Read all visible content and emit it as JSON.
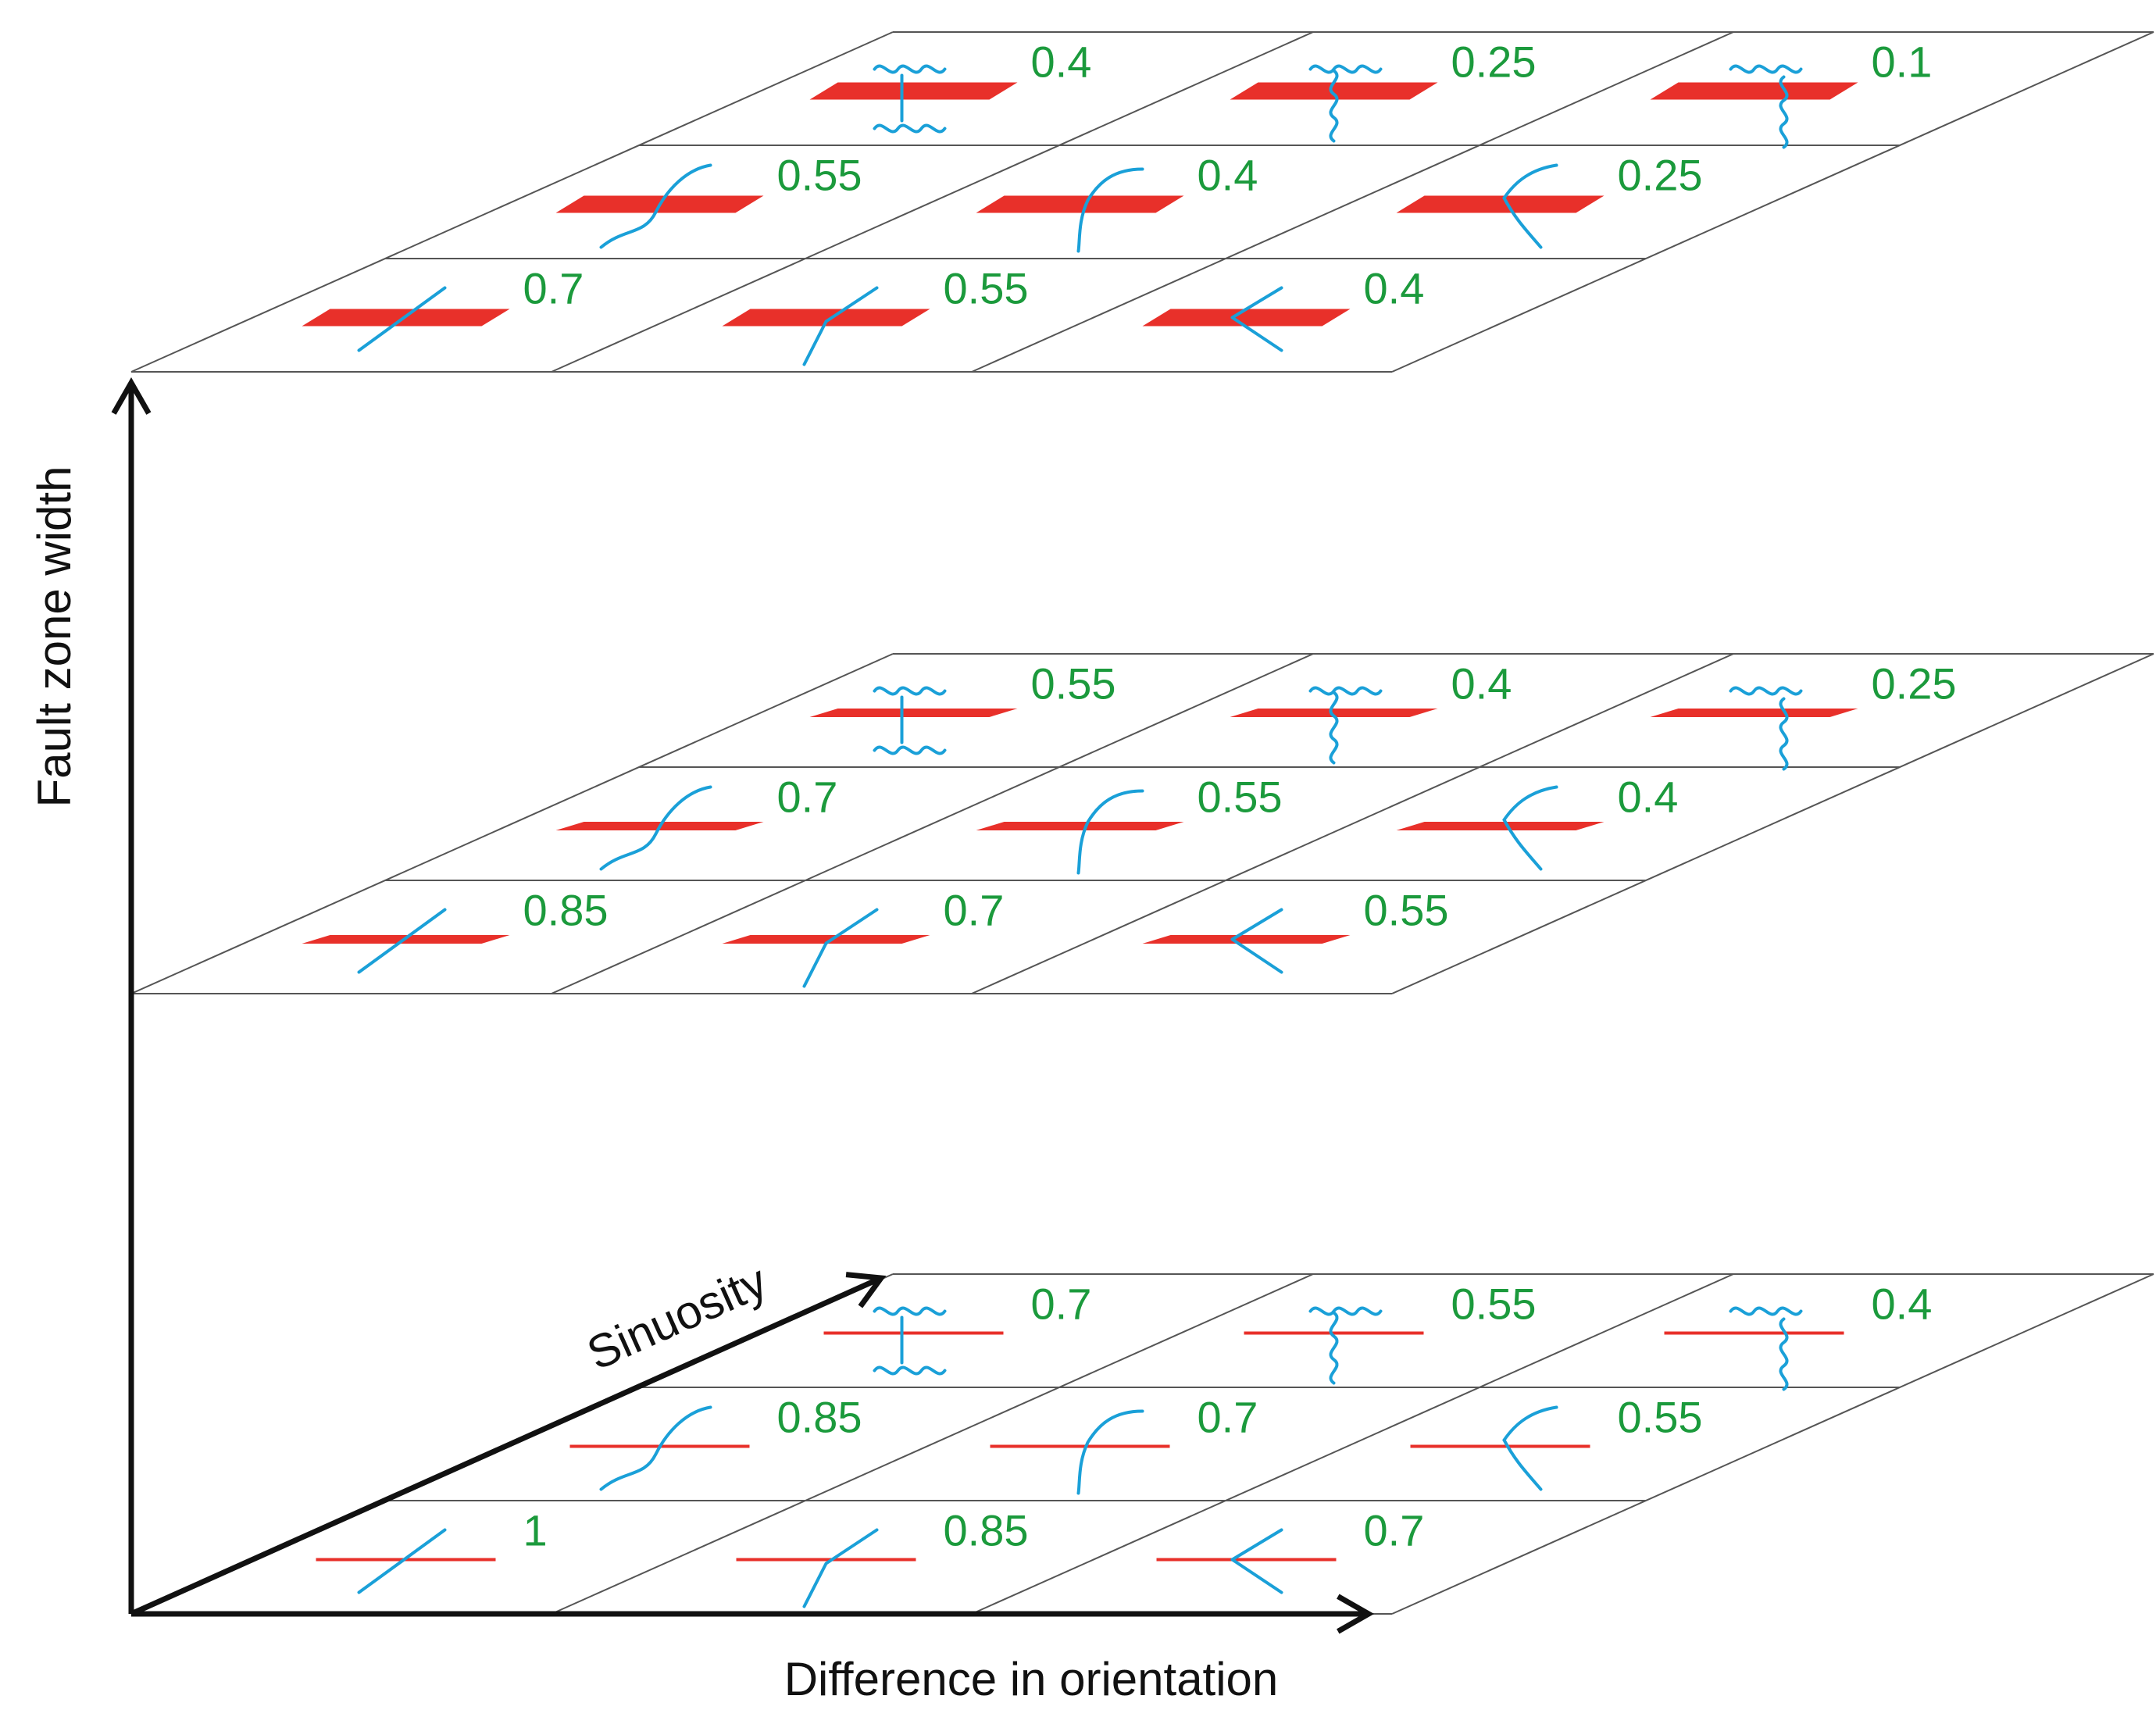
{
  "axes": {
    "x_label": "Difference in orientation",
    "y_label": "Fault zone width",
    "z_label": "Sinuosity"
  },
  "colors": {
    "grid": "#555555",
    "axis": "#111111",
    "fault": "#e8302a",
    "fracture": "#1aa0d8",
    "value": "#1b9a3c"
  },
  "layers": [
    {
      "level": "bottom",
      "fault_style": "thin-line",
      "rows": [
        {
          "sinuosity": "straight",
          "cells": [
            {
              "orientation": "parallel",
              "value": "1"
            },
            {
              "orientation": "oblique",
              "value": "0.85"
            },
            {
              "orientation": "high-angle",
              "value": "0.7"
            }
          ]
        },
        {
          "sinuosity": "curved",
          "cells": [
            {
              "orientation": "parallel",
              "value": "0.85"
            },
            {
              "orientation": "oblique",
              "value": "0.7"
            },
            {
              "orientation": "high-angle",
              "value": "0.55"
            }
          ]
        },
        {
          "sinuosity": "wavy",
          "cells": [
            {
              "orientation": "parallel",
              "value": "0.7"
            },
            {
              "orientation": "oblique",
              "value": "0.55"
            },
            {
              "orientation": "high-angle",
              "value": "0.4"
            }
          ]
        }
      ]
    },
    {
      "level": "middle",
      "fault_style": "narrow-band",
      "rows": [
        {
          "sinuosity": "straight",
          "cells": [
            {
              "orientation": "parallel",
              "value": "0.85"
            },
            {
              "orientation": "oblique",
              "value": "0.7"
            },
            {
              "orientation": "high-angle",
              "value": "0.55"
            }
          ]
        },
        {
          "sinuosity": "curved",
          "cells": [
            {
              "orientation": "parallel",
              "value": "0.7"
            },
            {
              "orientation": "oblique",
              "value": "0.55"
            },
            {
              "orientation": "high-angle",
              "value": "0.4"
            }
          ]
        },
        {
          "sinuosity": "wavy",
          "cells": [
            {
              "orientation": "parallel",
              "value": "0.55"
            },
            {
              "orientation": "oblique",
              "value": "0.4"
            },
            {
              "orientation": "high-angle",
              "value": "0.25"
            }
          ]
        }
      ]
    },
    {
      "level": "top",
      "fault_style": "wide-band",
      "rows": [
        {
          "sinuosity": "straight",
          "cells": [
            {
              "orientation": "parallel",
              "value": "0.7"
            },
            {
              "orientation": "oblique",
              "value": "0.55"
            },
            {
              "orientation": "high-angle",
              "value": "0.4"
            }
          ]
        },
        {
          "sinuosity": "curved",
          "cells": [
            {
              "orientation": "parallel",
              "value": "0.55"
            },
            {
              "orientation": "oblique",
              "value": "0.4"
            },
            {
              "orientation": "high-angle",
              "value": "0.25"
            }
          ]
        },
        {
          "sinuosity": "wavy",
          "cells": [
            {
              "orientation": "parallel",
              "value": "0.4"
            },
            {
              "orientation": "oblique",
              "value": "0.25"
            },
            {
              "orientation": "high-angle",
              "value": "0.1"
            }
          ]
        }
      ]
    }
  ]
}
